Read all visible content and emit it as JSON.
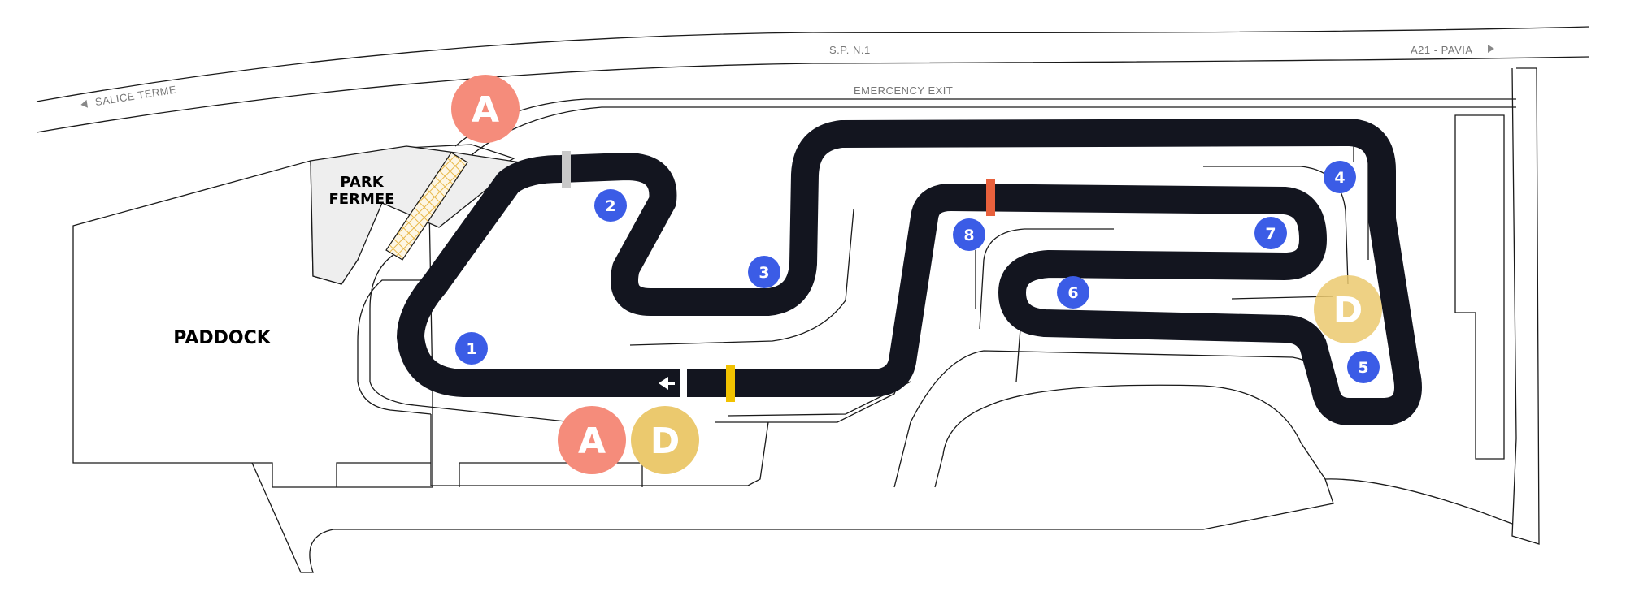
{
  "roads": {
    "top_road": "S.P. N.1",
    "left_direction": "SALICE TERME",
    "right_direction": "A21 - PAVIA",
    "emergency_exit": "EMERCENCY EXIT"
  },
  "areas": {
    "park_fermee_line1": "PARK",
    "park_fermee_line2": "FERMEE",
    "paddock": "PADDOCK"
  },
  "turns": [
    "1",
    "2",
    "3",
    "4",
    "5",
    "6",
    "7",
    "8"
  ],
  "markers": [
    {
      "letter": "A",
      "color": "#f58c7b"
    },
    {
      "letter": "A",
      "color": "#f58c7b"
    },
    {
      "letter": "D",
      "color": "#ebc96e"
    },
    {
      "letter": "D",
      "color": "#ebc96e"
    }
  ],
  "colors": {
    "track": "#13151f",
    "turn_circle": "#3b5ce6",
    "sector_grey": "#c8c8c8",
    "sector_red": "#e8603c",
    "sector_yellow": "#f2c200",
    "park_fermee_fill": "#eeeeee",
    "hatch": "#e8b84a"
  },
  "icons": {
    "direction_arrow": "arrow-left-icon",
    "left_triangle": "triangle-left-icon",
    "right_triangle": "triangle-right-icon"
  }
}
